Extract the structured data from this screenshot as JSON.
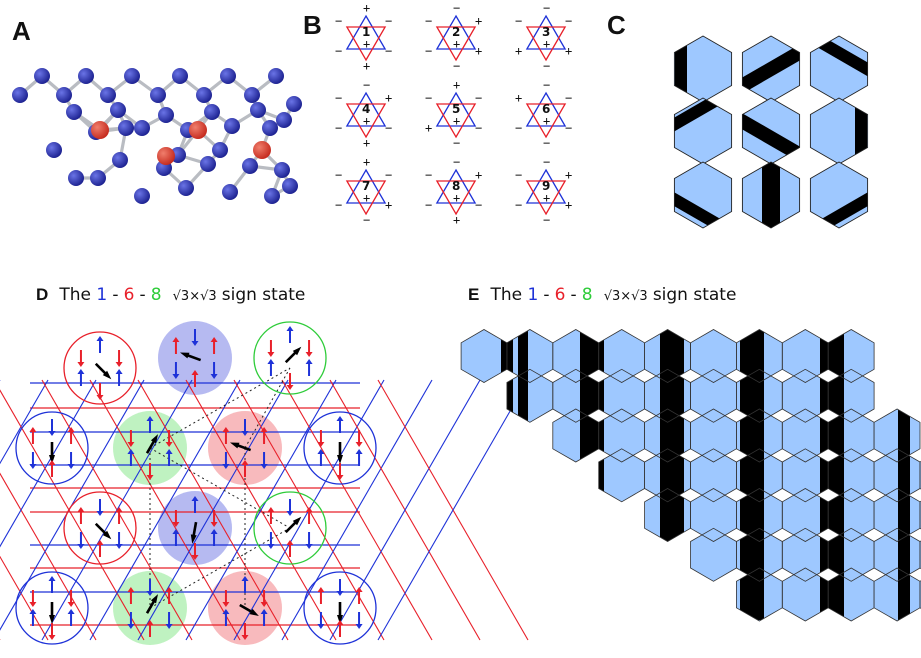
{
  "panels": {
    "a": {
      "label": "A"
    },
    "b": {
      "label": "B",
      "numbers": [
        "1",
        "2",
        "3",
        "4",
        "5",
        "6",
        "7",
        "8",
        "9"
      ],
      "plus": "+",
      "minus": "−"
    },
    "c": {
      "label": "C"
    },
    "d": {
      "label": "D",
      "title_pre": "The ",
      "t1": "1",
      "sep": "-",
      "t6": "6",
      "t8": "8",
      "sqrt": "√3×√3",
      "title_post": " sign state"
    },
    "e": {
      "label": "E",
      "title_pre": "The ",
      "t1": "1",
      "sep": "-",
      "t6": "6",
      "t8": "8",
      "sqrt": "√3×√3",
      "title_post": " sign state"
    }
  },
  "colors": {
    "red": "#e8202a",
    "blue": "#1e32d8",
    "green": "#2fcc3a",
    "cell": "#9ec8ff",
    "stripe": "#000000",
    "atom_blue": "#1a1f8e",
    "atom_red": "#c4281c"
  }
}
